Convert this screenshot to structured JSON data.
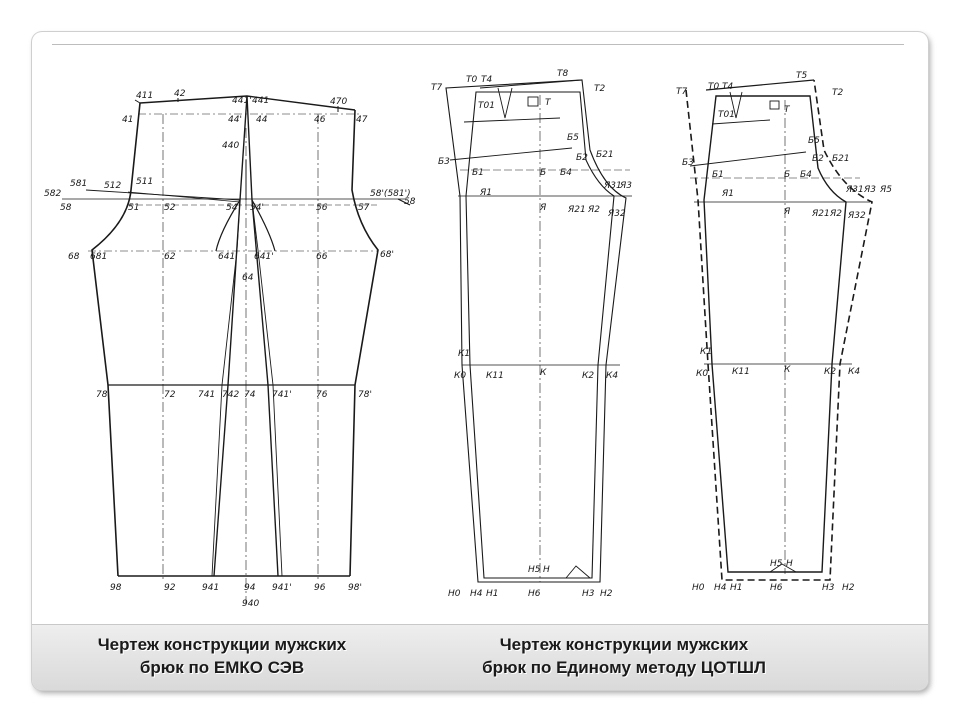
{
  "captions": {
    "left": {
      "line1": "Чертеж конструкции мужских",
      "line2": "брюк по ЕМКО СЭВ"
    },
    "right": {
      "line1": "Чертеж конструкции мужских",
      "line2": "брюк по Единому методу ЦОТШЛ"
    }
  },
  "diagram1_labels": {
    "p411": "411",
    "p42": "42",
    "p441p": "441'",
    "p441": "441",
    "p470": "470",
    "p41": "41",
    "p44p": "44'",
    "p44": "44",
    "p46": "46",
    "p47": "47",
    "p440": "440",
    "p581": "581",
    "p512": "512",
    "p511": "511",
    "p582": "582",
    "p58": "58",
    "p51": "51",
    "p52": "52",
    "p54": "54",
    "p54p": "54'",
    "p56": "56",
    "p57": "57",
    "p58p": "58'(581')",
    "p58r": "58",
    "p68": "68",
    "p681": "681",
    "p62": "62",
    "p641": "641",
    "p641p": "641'",
    "p66": "66",
    "p68p": "68'",
    "p64": "64",
    "p78": "78",
    "p72": "72",
    "p741": "741",
    "p742": "742",
    "p74": "74",
    "p741p": "741'",
    "p76": "76",
    "p78p": "78'",
    "p98": "98",
    "p92": "92",
    "p941": "941",
    "p94": "94",
    "p941p": "941'",
    "p96": "96",
    "p98p": "98'",
    "p940": "940"
  },
  "diagram2_labels": {
    "T7": "T7",
    "T0": "T0",
    "T4": "T4",
    "T8": "T8",
    "T2": "T2",
    "T01": "T01",
    "T": "T",
    "B5": "Б5",
    "B3": "Б3",
    "B1": "Б1",
    "B": "Б",
    "B4": "Б4",
    "B2": "Б2",
    "B21": "Б21",
    "Ya1": "Я1",
    "Ya31": "Я31",
    "Ya3": "Я3",
    "Ya": "Я",
    "Ya21": "Я21",
    "Ya2": "Я2",
    "Ya32": "Я32",
    "K1": "К1",
    "K0": "К0",
    "K11": "К11",
    "K": "К",
    "K2": "К2",
    "K4": "К4",
    "H5": "Н5",
    "H": "Н",
    "H0": "Н0",
    "H4": "Н4",
    "H1": "Н1",
    "H6": "Н6",
    "H3": "Н3",
    "H2": "Н2"
  },
  "diagram3_labels": {
    "T7": "T7",
    "T0": "T0",
    "T4": "T4",
    "T5": "T5",
    "T2": "T2",
    "T01": "T01",
    "T": "T",
    "B5": "Б5",
    "B3": "Б3",
    "B1": "Б1",
    "B": "Б",
    "B4": "Б4",
    "B2": "Б2",
    "B21": "Б21",
    "Ya1": "Я1",
    "Ya31": "Я31",
    "Ya3": "Я3",
    "Ya5": "Я5",
    "Ya": "Я",
    "Ya21": "Я21",
    "Ya2": "Я2",
    "Ya32": "Я32",
    "K1": "К1",
    "K0": "К0",
    "K11": "К11",
    "K": "К",
    "K2": "К2",
    "K4": "К4",
    "H5": "Н5",
    "H": "Н",
    "H0": "Н0",
    "H4": "Н4",
    "H1": "Н1",
    "H6": "Н6",
    "H3": "Н3",
    "H2": "Н2"
  }
}
